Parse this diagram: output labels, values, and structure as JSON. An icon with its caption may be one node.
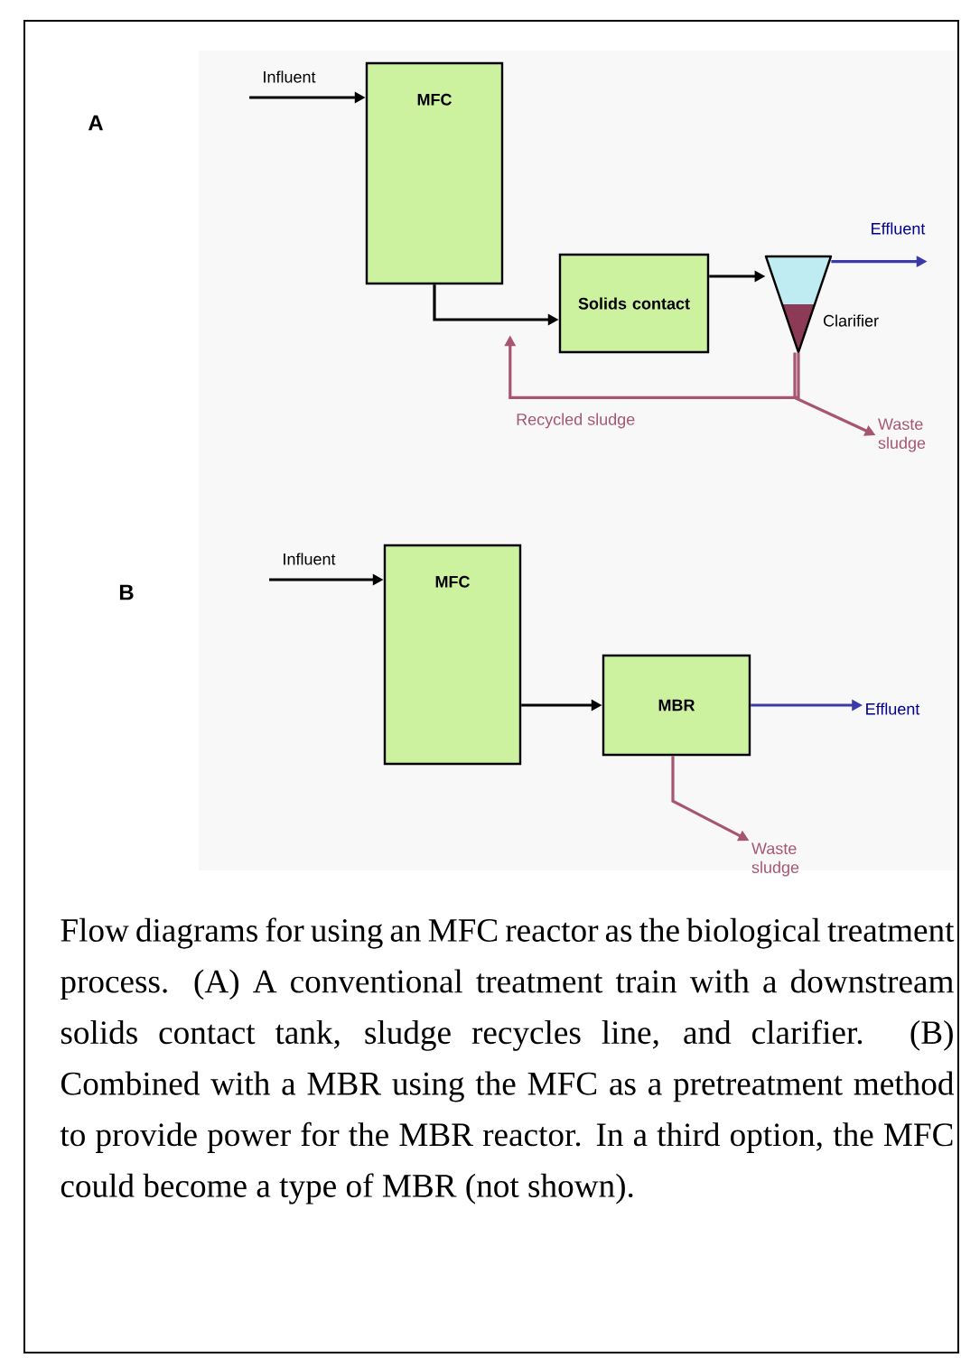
{
  "diagram": {
    "caption": "Flow diagrams for using an MFC reactor as the biological treatment process. (A) A conventional treatment train with a downstream solids contact tank, sludge recycles line, and clarifier. (B) Combined with a MBR using the MFC as a pretreatment method to provide power for the MBR reactor. In a third option, the MFC could become a type of MBR (not shown).",
    "nodes": [
      {
        "text": [
          "Influent"
        ]
      },
      {
        "text": [
          "MFC"
        ]
      },
      {
        "text": [
          "Solids contact"
        ]
      },
      {
        "text": [
          "Clarifier"
        ]
      },
      {
        "text": [
          "Effluent"
        ]
      },
      {
        "text": [
          "Waste sludge"
        ]
      },
      {
        "text": [
          "Influent"
        ]
      },
      {
        "text": [
          "MFC"
        ]
      },
      {
        "text": [
          "MBR"
        ]
      },
      {
        "text": [
          "Effluent"
        ]
      },
      {
        "text": [
          "Waste sludge"
        ]
      }
    ],
    "edges": [
      {
        "from": 0,
        "to": 1,
        "arrow": "to"
      },
      {
        "from": 1,
        "to": 2,
        "arrow": "to"
      },
      {
        "from": 2,
        "to": 3,
        "arrow": "to"
      },
      {
        "from": 3,
        "to": 4,
        "arrow": "to",
        "color": "#3a3aa8"
      },
      {
        "from": 3,
        "to": 2,
        "arrow": "to",
        "label": "Recycled sludge",
        "color": "#a65673"
      },
      {
        "from": 3,
        "to": 5,
        "arrow": "to",
        "color": "#a65673"
      },
      {
        "from": 6,
        "to": 7,
        "arrow": "to"
      },
      {
        "from": 7,
        "to": 8,
        "arrow": "to"
      },
      {
        "from": 8,
        "to": 9,
        "arrow": "to",
        "color": "#3a3aa8"
      },
      {
        "from": 8,
        "to": 10,
        "arrow": "to",
        "color": "#a65673"
      }
    ],
    "labels": [
      "A",
      "B"
    ]
  }
}
